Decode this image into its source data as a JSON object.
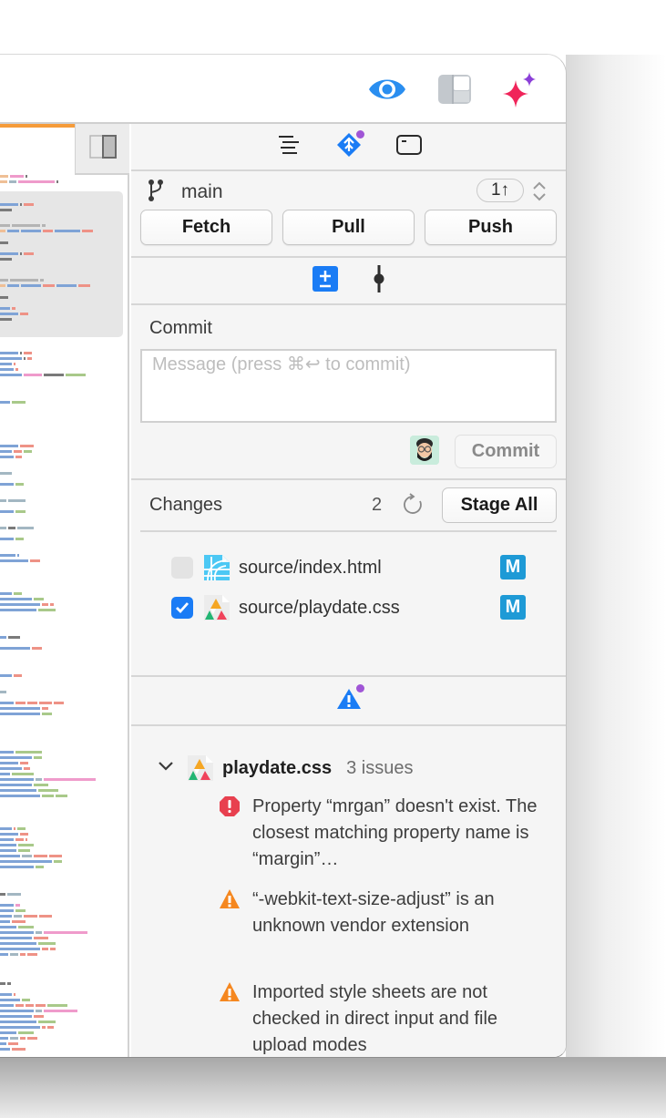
{
  "titlebar": {
    "icons": [
      {
        "name": "preview-eye-icon",
        "color": "#2a8ef0"
      },
      {
        "name": "layout-icon",
        "color": "#bfc4c9"
      },
      {
        "name": "sparkle-icon",
        "color": "#f0245a",
        "accent": "#8b3fd8"
      }
    ]
  },
  "editor": {
    "accent_tab_color": "#f59b3a",
    "toggle_pane_icon": "sidebar-right-icon"
  },
  "panel": {
    "tabs": [
      {
        "name": "outline-icon",
        "selected": false
      },
      {
        "name": "source-control-icon",
        "selected": true,
        "badge": true
      },
      {
        "name": "terminal-icon",
        "selected": false
      }
    ],
    "branch": {
      "name": "main",
      "ahead": "1↑"
    },
    "sync_buttons": {
      "fetch": "Fetch",
      "pull": "Pull",
      "push": "Push"
    },
    "modes": [
      {
        "name": "changes-mode-icon",
        "selected": true
      },
      {
        "name": "commits-mode-icon",
        "selected": false
      }
    ],
    "commit": {
      "label": "Commit",
      "placeholder": "Message (press ⌘↩ to commit)",
      "value": "",
      "button": "Commit"
    },
    "changes": {
      "label": "Changes",
      "count": "2",
      "stage_all": "Stage All",
      "files": [
        {
          "path": "source/index.html",
          "staged": false,
          "status": "M",
          "type": "html"
        },
        {
          "path": "source/playdate.css",
          "staged": true,
          "status": "M",
          "type": "css"
        }
      ]
    },
    "issues": {
      "file": "playdate.css",
      "count_label": "3 issues",
      "items": [
        {
          "severity": "error",
          "text": "Property “mrgan” doesn't exist. The closest matching property name is “margin”…"
        },
        {
          "severity": "warning",
          "text": "“-webkit-text-size-adjust” is an unknown vendor extension"
        },
        {
          "severity": "warning",
          "text": "Imported style sheets are not checked in direct input and file upload modes"
        }
      ]
    }
  },
  "colors": {
    "accent_blue": "#1a7cf5",
    "status_m": "#1e9ad6",
    "badge_purple": "#a055d6",
    "error_red": "#e8404f",
    "warning_orange": "#f5871f"
  }
}
